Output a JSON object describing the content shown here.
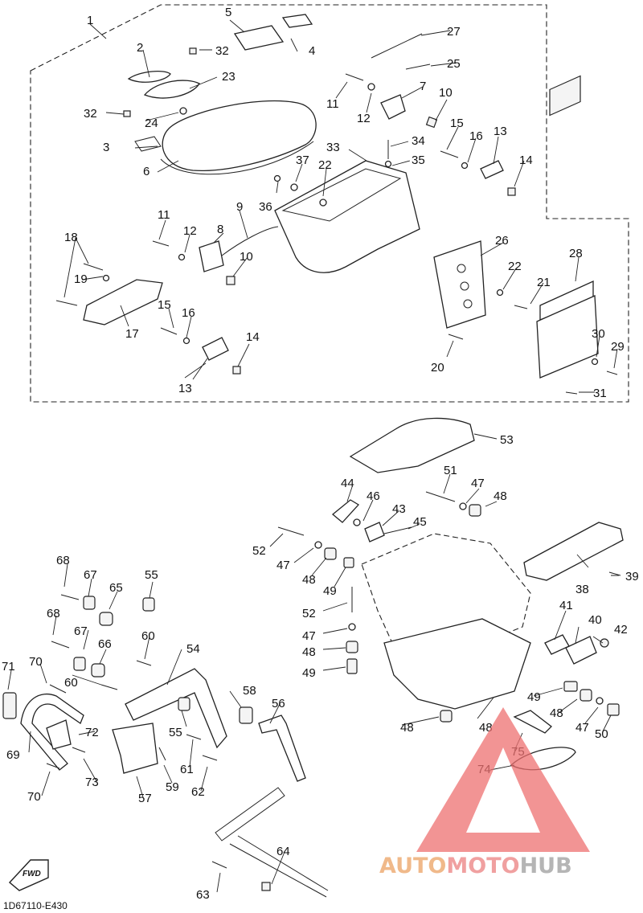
{
  "diagram": {
    "footer_code": "1D67110-E430",
    "direction_label": "FWD",
    "watermark": {
      "parts": [
        "AUTO",
        "MOTO",
        "HUB"
      ],
      "colors": [
        "#f0b98a",
        "#f0a0a0",
        "#b5b5b5"
      ],
      "logo_color": "#ee7070"
    },
    "callouts": [
      "1",
      "2",
      "3",
      "4",
      "5",
      "6",
      "7",
      "8",
      "9",
      "10",
      "11",
      "12",
      "13",
      "14",
      "15",
      "16",
      "17",
      "18",
      "19",
      "20",
      "21",
      "22",
      "23",
      "24",
      "25",
      "26",
      "27",
      "28",
      "29",
      "30",
      "31",
      "32",
      "33",
      "34",
      "35",
      "36",
      "37",
      "38",
      "39",
      "40",
      "41",
      "42",
      "43",
      "44",
      "45",
      "46",
      "47",
      "48",
      "49",
      "50",
      "51",
      "52",
      "53",
      "54",
      "55",
      "56",
      "57",
      "58",
      "59",
      "60",
      "61",
      "62",
      "63",
      "64",
      "65",
      "66",
      "67",
      "68",
      "69",
      "70",
      "71",
      "72",
      "73",
      "74",
      "75"
    ]
  }
}
